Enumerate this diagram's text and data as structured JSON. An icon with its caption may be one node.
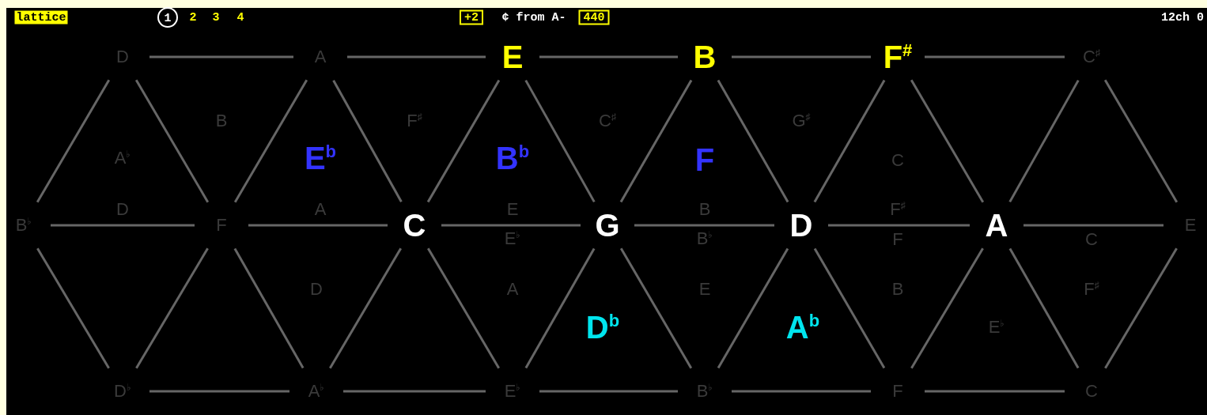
{
  "diagram": {
    "nodes": [
      {
        "text": [
          "lattice"
        ]
      },
      {
        "text": [
          "1"
        ]
      },
      {
        "text": [
          "+2"
        ]
      },
      {
        "text": [
          "440"
        ]
      },
      {
        "text": [
          "D"
        ]
      },
      {
        "text": [
          "A"
        ]
      },
      {
        "text": [
          "E"
        ]
      },
      {
        "text": [
          "B"
        ]
      },
      {
        "text": [
          "F$^{#}$"
        ]
      },
      {
        "text": [
          "C$^{♯}$"
        ]
      },
      {
        "text": [
          "B$^{♭}$"
        ]
      },
      {
        "text": [
          "F"
        ]
      },
      {
        "text": [
          "C"
        ]
      },
      {
        "text": [
          "G"
        ]
      },
      {
        "text": [
          "D"
        ]
      },
      {
        "text": [
          "A"
        ]
      },
      {
        "text": [
          "E"
        ]
      },
      {
        "text": [
          "D$^{♭}$"
        ]
      },
      {
        "text": [
          "A$^{♭}$"
        ]
      },
      {
        "text": [
          "E$^{♭}$"
        ]
      },
      {
        "text": [
          "B$^{♭}$"
        ]
      },
      {
        "text": [
          "F"
        ]
      },
      {
        "text": [
          "C"
        ]
      }
    ],
    "edges": [
      {
        "from": 4,
        "to": 5,
        "arrow": "none"
      },
      {
        "from": 5,
        "to": 6,
        "arrow": "none"
      },
      {
        "from": 6,
        "to": 7,
        "arrow": "none"
      },
      {
        "from": 7,
        "to": 8,
        "arrow": "none"
      },
      {
        "from": 8,
        "to": 9,
        "arrow": "none"
      },
      {
        "from": 4,
        "to": 10,
        "arrow": "none"
      },
      {
        "from": 4,
        "to": 11,
        "arrow": "none"
      },
      {
        "from": 5,
        "to": 11,
        "arrow": "none"
      },
      {
        "from": 5,
        "to": 12,
        "arrow": "none"
      },
      {
        "from": 6,
        "to": 12,
        "arrow": "none"
      },
      {
        "from": 6,
        "to": 13,
        "arrow": "none"
      },
      {
        "from": 7,
        "to": 13,
        "arrow": "none"
      },
      {
        "from": 7,
        "to": 14,
        "arrow": "none"
      },
      {
        "from": 8,
        "to": 14,
        "arrow": "none"
      },
      {
        "from": 8,
        "to": 15,
        "arrow": "none"
      },
      {
        "from": 9,
        "to": 15,
        "arrow": "none"
      },
      {
        "from": 9,
        "to": 16,
        "arrow": "none"
      },
      {
        "from": 10,
        "to": 11,
        "arrow": "none"
      },
      {
        "from": 11,
        "to": 12,
        "arrow": "none"
      },
      {
        "from": 12,
        "to": 13,
        "arrow": "none"
      },
      {
        "from": 13,
        "to": 14,
        "arrow": "none"
      },
      {
        "from": 14,
        "to": 15,
        "arrow": "none"
      },
      {
        "from": 15,
        "to": 16,
        "arrow": "none"
      },
      {
        "from": 10,
        "to": 17,
        "arrow": "none"
      },
      {
        "from": 11,
        "to": 17,
        "arrow": "none"
      },
      {
        "from": 11,
        "to": 18,
        "arrow": "none"
      },
      {
        "from": 12,
        "to": 18,
        "arrow": "none"
      },
      {
        "from": 12,
        "to": 19,
        "arrow": "none"
      },
      {
        "from": 13,
        "to": 19,
        "arrow": "none"
      },
      {
        "from": 13,
        "to": 20,
        "arrow": "none"
      },
      {
        "from": 14,
        "to": 20,
        "arrow": "none"
      },
      {
        "from": 14,
        "to": 21,
        "arrow": "none"
      },
      {
        "from": 15,
        "to": 21,
        "arrow": "none"
      },
      {
        "from": 15,
        "to": 22,
        "arrow": "none"
      },
      {
        "from": 16,
        "to": 22,
        "arrow": "none"
      },
      {
        "from": 17,
        "to": 18,
        "arrow": "none"
      },
      {
        "from": 18,
        "to": 19,
        "arrow": "none"
      },
      {
        "from": 19,
        "to": 20,
        "arrow": "none"
      },
      {
        "from": 20,
        "to": 21,
        "arrow": "none"
      },
      {
        "from": 21,
        "to": 22,
        "arrow": "none"
      }
    ],
    "labels": [
      "2",
      "3",
      "4",
      "¢ from A-",
      "12ch 0",
      "B",
      "F$^{♯}$",
      "C$^{♯}$",
      "G$^{♯}$",
      "A$^{♭}$",
      "E$^{b}$",
      "B$^{b}$",
      "F",
      "C",
      "D",
      "A",
      "E",
      "B",
      "F$^{♯}$",
      "E$^{♭}$",
      "B$^{♭}$",
      "F",
      "C",
      "D",
      "A",
      "E",
      "B",
      "F$^{♯}$",
      "D$^{b}$",
      "A$^{b}$",
      "E$^{♭}$"
    ]
  }
}
